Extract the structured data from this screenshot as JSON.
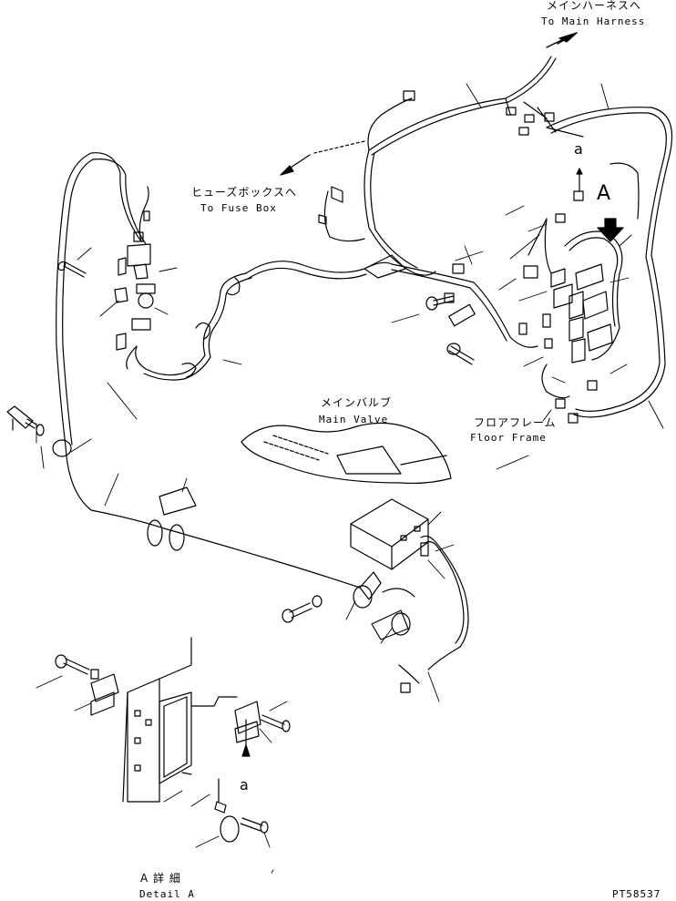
{
  "labels": {
    "main_harness_jp": "メインハーネスへ",
    "main_harness_en": "To Main Harness",
    "fuse_box_jp": "ヒューズボックスへ",
    "fuse_box_en": "To Fuse Box",
    "main_valve_jp": "メインバルブ",
    "main_valve_en": "Main Valve",
    "floor_frame_jp": "フロアフレーム",
    "floor_frame_en": "Floor Frame",
    "view_a": "A",
    "ref_a_top": "a",
    "ref_a_detail": "a",
    "detail_a_jp": "A 詳 細",
    "detail_a_en": "Detail A",
    "part_code": "PT58537"
  },
  "colors": {
    "line": "#000000",
    "background": "#ffffff"
  }
}
